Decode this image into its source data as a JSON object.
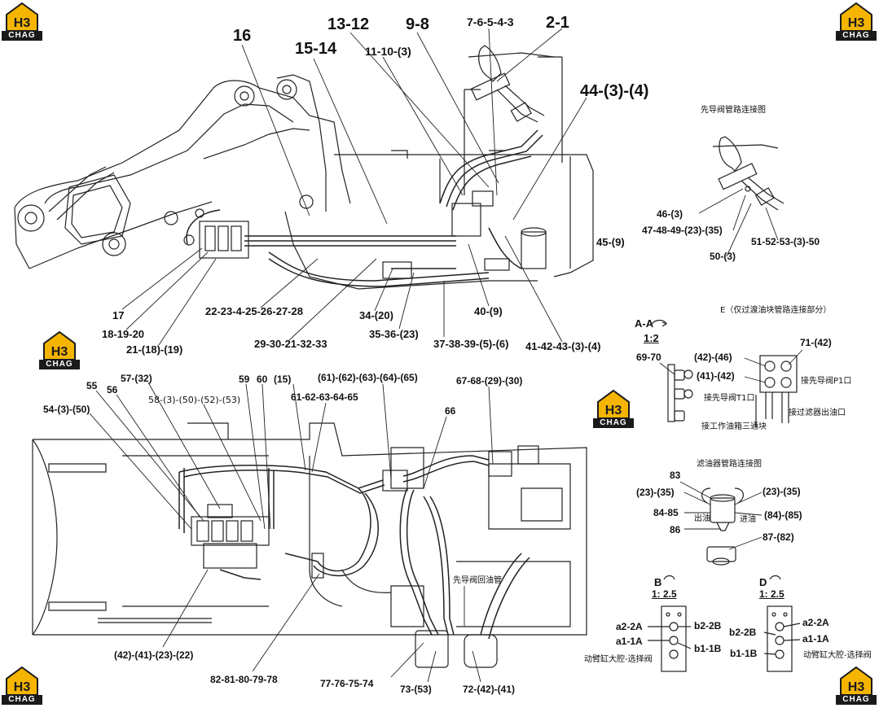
{
  "brand": {
    "logo_text": "CHAG",
    "logo_mark": "H3"
  },
  "upper_view": {
    "callouts": [
      "16",
      "13-12",
      "9-8",
      "7-6-5-4-3",
      "2-1",
      "15-14",
      "11-10-(3)",
      "44-(3)-(4)",
      "17",
      "18-19-20",
      "21-(18)-(19)",
      "22-23-4-25-26-27-28",
      "29-30-21-32-33",
      "34-(20)",
      "35-36-(23)",
      "37-38-39-(5)-(6)",
      "40-(9)",
      "41-42-43-(3)-(4)",
      "45-(9)"
    ]
  },
  "pilot_detail": {
    "title": "先导阀管路连接图",
    "callouts": [
      "46-(3)",
      "47-48-49-(23)-(35)",
      "50-(3)",
      "51-52-53-(3)-50"
    ]
  },
  "section_e": {
    "title": "E（仅过渡油块管路连接部分）",
    "section_label": "A-A",
    "scale": "1:2",
    "callouts": [
      "69-70",
      "(42)-(46)",
      "71-(42)",
      "(41)-(42)"
    ],
    "notes": [
      "接先导阀P1口",
      "接先导阀T1口",
      "接过滤器出油口",
      "接工作油箱三通块"
    ]
  },
  "filter_detail": {
    "title": "滤油器管路连接图",
    "callouts": [
      "83",
      "(23)-(35)",
      "(23)-(35)",
      "84-85",
      "(84)-(85)",
      "86",
      "87-(82)"
    ],
    "out_label": "出油",
    "in_label": "进油"
  },
  "lower_view": {
    "callouts": [
      "55",
      "57-(32)",
      "56",
      "54-(3)-(50)",
      "58-(3)-(50)-(52)-(53)",
      "59",
      "60",
      "(15)",
      "(61)-(62)-(63)-(64)-(65)",
      "61-62-63-64-65",
      "67-68-(29)-(30)",
      "66",
      "(42)-(41)-(23)-(22)",
      "82-81-80-79-78",
      "77-76-75-74",
      "73-(53)",
      "72-(42)-(41)"
    ],
    "note": "先导阀回油管"
  },
  "view_b": {
    "label": "B",
    "scale": "1: 2.5",
    "ports": [
      "a2-2A",
      "b2-2B",
      "a1-1A",
      "b1-1B"
    ],
    "caption": "动臂缸大腔-选择阀"
  },
  "view_d": {
    "label": "D",
    "scale": "1: 2.5",
    "ports": [
      "a2-2A",
      "b2-2B",
      "a1-1A",
      "b1-1B"
    ],
    "caption": "动臂缸大腔-选择阀"
  }
}
